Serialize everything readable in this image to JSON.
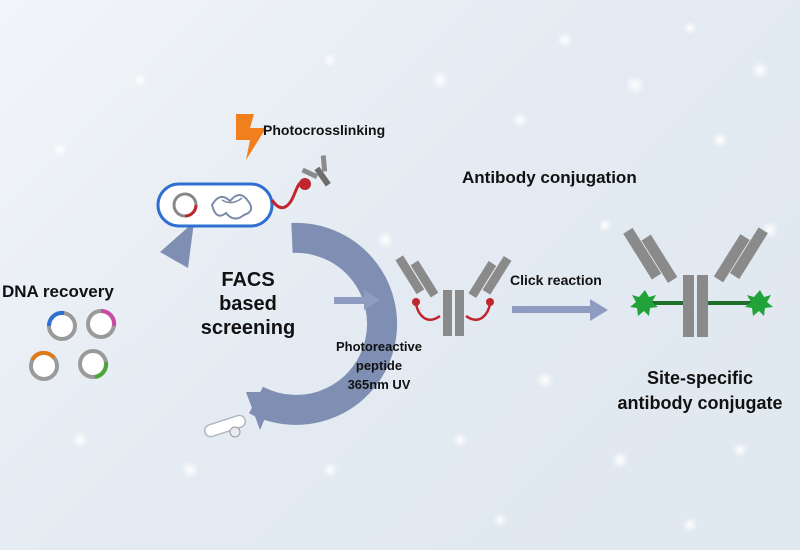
{
  "labels": {
    "photocrosslinking": "Photocrosslinking",
    "antibody_conjugation": "Antibody conjugation",
    "dna_recovery": "DNA recovery",
    "facs_line1": "FACS",
    "facs_line2": "based",
    "facs_line3": "screening",
    "click_reaction": "Click reaction",
    "peptide_line1": "Photoreactive",
    "peptide_line2": "peptide",
    "peptide_line3": "365nm UV",
    "site_line1": "Site-specific",
    "site_line2": "antibody conjugate"
  },
  "colors": {
    "cycle_arrow": "#7f8fb3",
    "flow_arrow": "#8e9cc2",
    "antibody": "#8a8a8a",
    "antibody_dark": "#5f5f5f",
    "peptide_red": "#c0262d",
    "payload_green": "#22a33a",
    "linker_green": "#1f6e2a",
    "lightning": "#f07f1c",
    "plasmid_blue": "#2f6fd1",
    "plasmid_pink": "#c84aa5",
    "plasmid_orange": "#e07b18",
    "plasmid_green": "#4aa63a"
  },
  "icons": [
    "lightning-icon",
    "bacterium-icon",
    "antibody-icon",
    "plasmid-icon",
    "droplet-icon",
    "star-payload-icon"
  ]
}
